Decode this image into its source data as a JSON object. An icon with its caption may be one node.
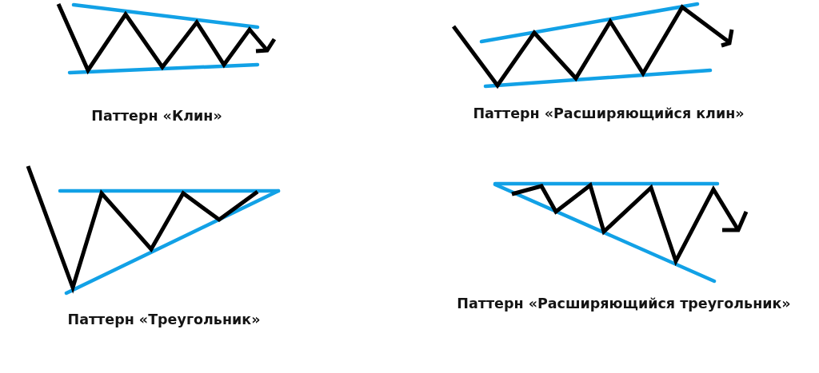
{
  "diagram": {
    "labels": [
      "Паттерн «Клин»",
      "Паттерн «Расширяющийся клин»",
      "Паттерн «Треугольник»",
      "Паттерн «Расширяющийся треугольник»"
    ]
  }
}
